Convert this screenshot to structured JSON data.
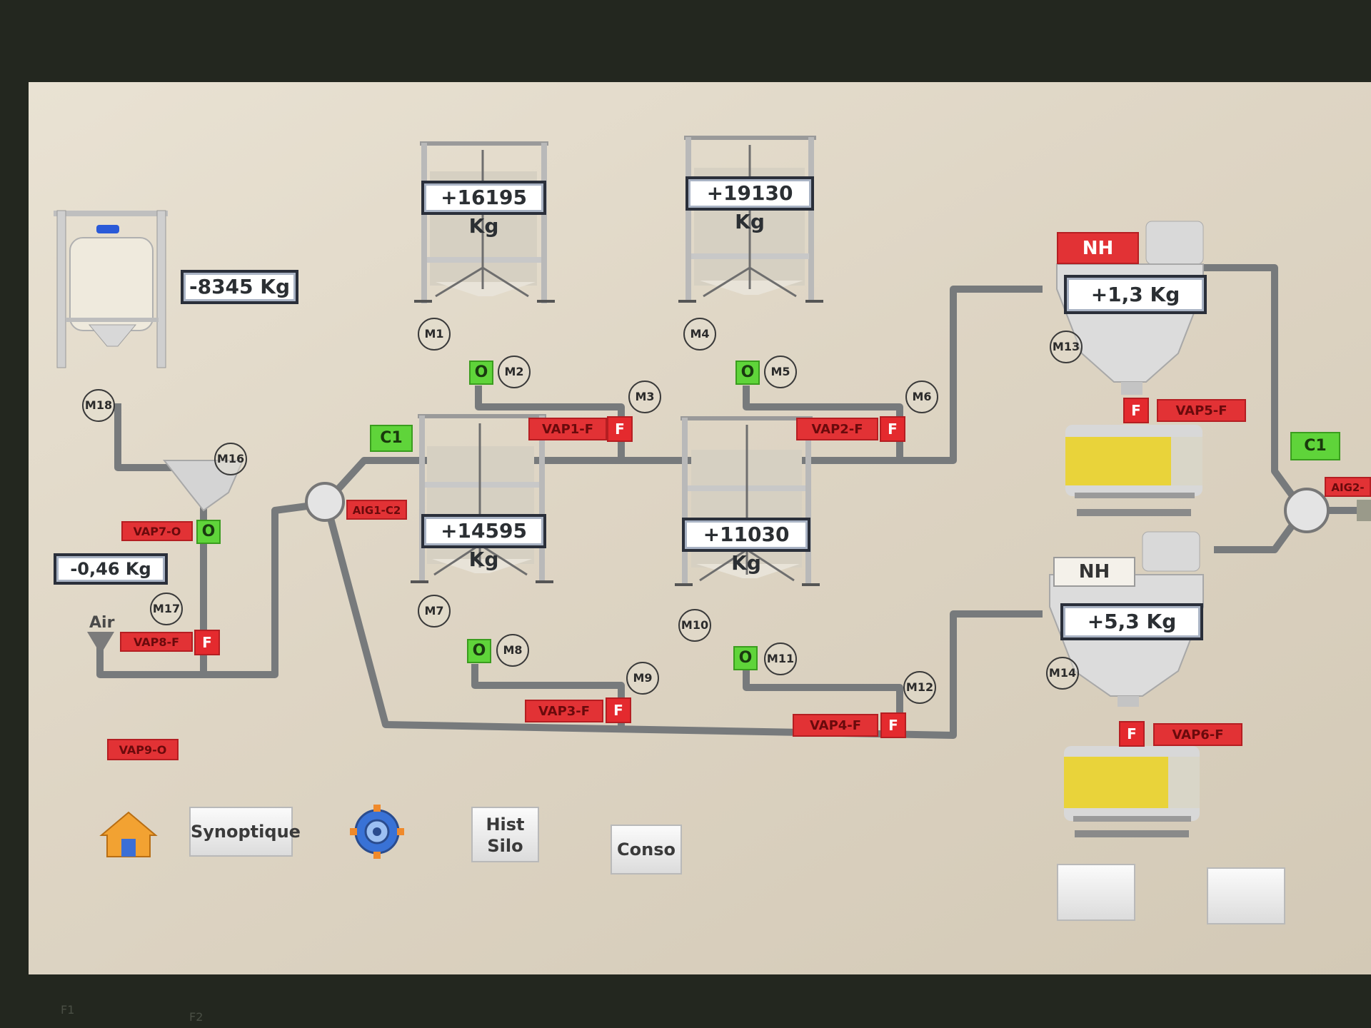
{
  "weights": {
    "small_silo": "-8345 Kg",
    "silo1": "+16195 Kg",
    "silo2": "+19130 Kg",
    "silo3": "+14595 Kg",
    "silo4": "+11030 Kg",
    "hopper_small": "-0,46 Kg",
    "scale1": "+1,3 Kg",
    "scale2": "+5,3 Kg"
  },
  "motors": [
    "M1",
    "M2",
    "M3",
    "M4",
    "M5",
    "M6",
    "M7",
    "M8",
    "M9",
    "M10",
    "M11",
    "M12",
    "M13",
    "M14",
    "M16",
    "M17",
    "M18"
  ],
  "valves": {
    "vap1": "VAP1-F",
    "vap2": "VAP2-F",
    "vap3": "VAP3-F",
    "vap4": "VAP4-F",
    "vap5": "VAP5-F",
    "vap6": "VAP6-F",
    "vap7": "VAP7-O",
    "vap8": "VAP8-F",
    "vap9": "VAP9-O"
  },
  "status": {
    "open": "O",
    "closed": "F"
  },
  "diverters": {
    "aig1": "AIG1-C2",
    "aig2": "AIG2-"
  },
  "circuit_label": "C1",
  "nh_label": "NH",
  "air_label": "Air",
  "nav": {
    "home_icon": "home-icon",
    "synoptique": "Synoptique",
    "settings_icon": "gear-icon",
    "hist_silo_line1": "Hist",
    "hist_silo_line2": "Silo",
    "conso": "Conso"
  },
  "bezel": {
    "f1": "F1",
    "f2": "F2"
  },
  "colors": {
    "valve_red": "#e23235",
    "open_green": "#5fd43a",
    "pipe_grey": "#777a7c",
    "product_yellow": "#e8d43a"
  }
}
